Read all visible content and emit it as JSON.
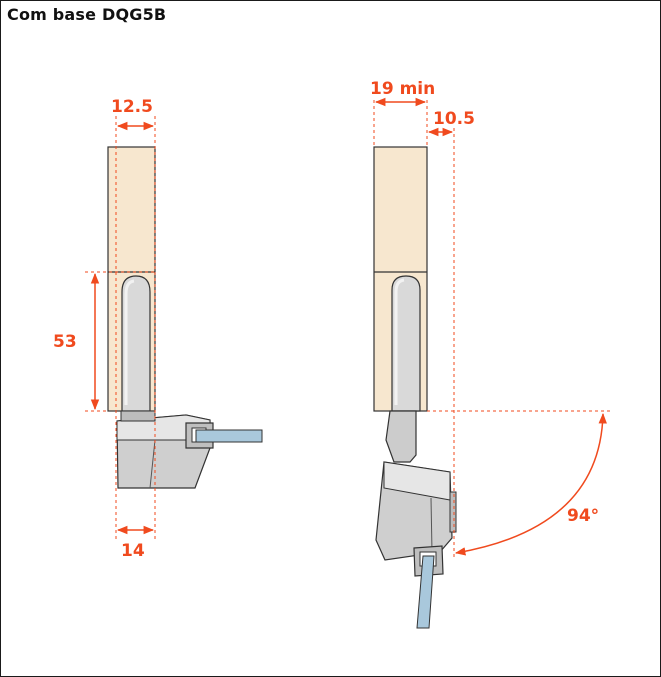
{
  "title": "Com base DQG5B",
  "colors": {
    "wood": "#f7e7cf",
    "metal_light": "#dcdcdc",
    "metal_mid": "#c4c4c4",
    "metal_dark": "#9e9e9e",
    "glass": "#a9c8dc",
    "dimension": "#f04a1e",
    "outline": "#333333"
  },
  "dimensions": {
    "left_top": "12.5",
    "left_height": "53",
    "left_bottom": "14",
    "right_top_width": "19 min",
    "right_offset": "10.5",
    "opening_angle": "94°"
  }
}
